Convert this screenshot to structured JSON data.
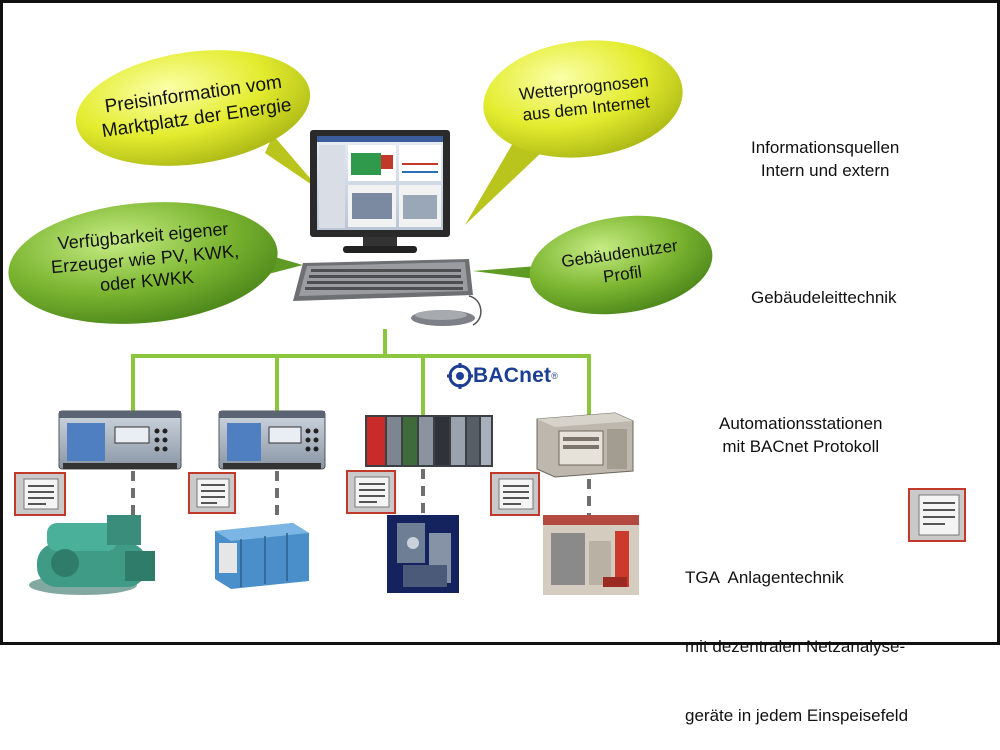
{
  "bubbles": {
    "preis": [
      "Preisinformation vom",
      "Marktplatz der Energie"
    ],
    "wetter": [
      "Wetterprognosen",
      "aus dem Internet"
    ],
    "erzeuger": [
      "Verfügbarkeit eigener",
      "Erzeuger wie PV, KWK,",
      "oder KWKK"
    ],
    "nutzer": [
      "Gebäudenutzer",
      "Profil"
    ]
  },
  "labels": {
    "info": [
      "Informationsquellen",
      "Intern und extern"
    ],
    "leittechnik": "Gebäudeleittechnik",
    "automation": [
      "Automationsstationen",
      "mit BACnet Protokoll"
    ],
    "tga": [
      "TGA  Anlagentechnik",
      "mit dezentralen Netzanalyse-",
      "geräte in jedem Einspeisefeld"
    ]
  },
  "bacnet": {
    "name": "BACnet",
    "mark": "®"
  },
  "colors": {
    "bus_line": "#8cc63f",
    "bubble_yellow": "#dde82a",
    "bubble_green": "#74ad2c",
    "bacnet_blue": "#1c3f93"
  }
}
